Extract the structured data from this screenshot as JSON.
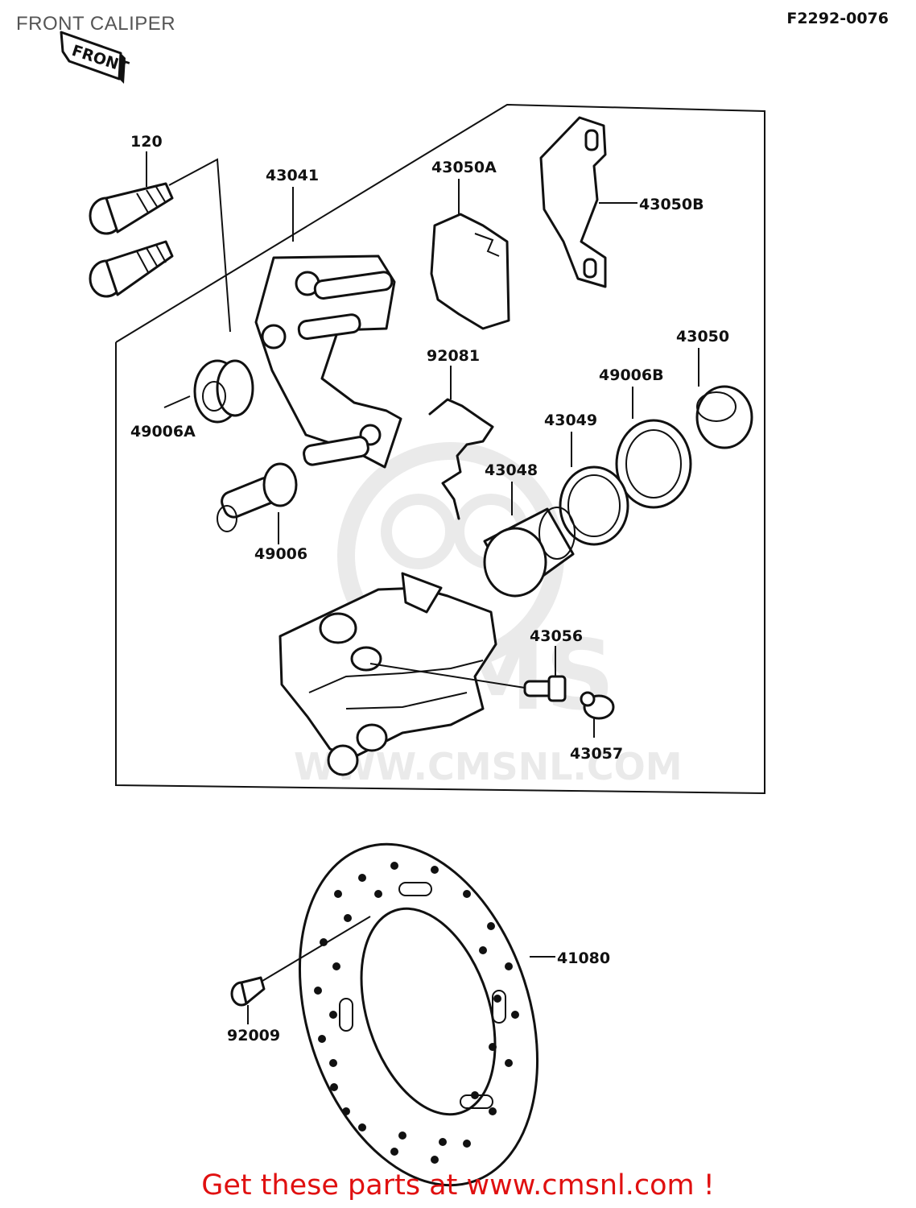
{
  "header": {
    "title": "FRONT CALIPER",
    "ref_code": "F2292-0076",
    "front_label": "FRONT"
  },
  "watermark": {
    "text": "WWW.CMSNL.COM",
    "logo_text": "CMS"
  },
  "parts": {
    "p120": "120",
    "p43041": "43041",
    "p43050A": "43050A",
    "p43050B": "43050B",
    "p43050": "43050",
    "p49006B": "49006B",
    "p92081": "92081",
    "p43049": "43049",
    "p49006A": "49006A",
    "p43048": "43048",
    "p49006": "49006",
    "p43056": "43056",
    "p43057": "43057",
    "p41080": "41080",
    "p92009": "92009"
  },
  "footer": {
    "link_text": "Get these parts at www.cmsnl.com !"
  },
  "colors": {
    "title": "#555555",
    "footer": "#e01010",
    "line": "#111111",
    "watermark": "#d9d9d9"
  }
}
